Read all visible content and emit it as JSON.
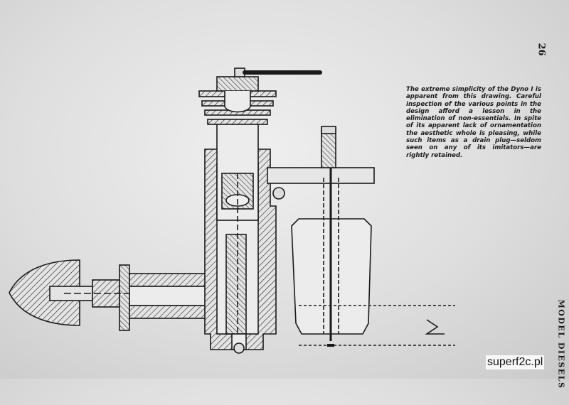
{
  "page": {
    "number": "26",
    "running_head": "MODEL DIESELS",
    "caption": "The extreme simplicity of the Dyno I is apparent from this drawing. Careful inspection of the various points in the design afford a lesson in the elimination of non-essentials. In spite of its apparent lack of ornamentation the aesthetic whole is pleasing, while such items as a drain plug—seldom seen on any of its imitators—are rightly retained.",
    "watermark": "superf2c.pl"
  }
}
